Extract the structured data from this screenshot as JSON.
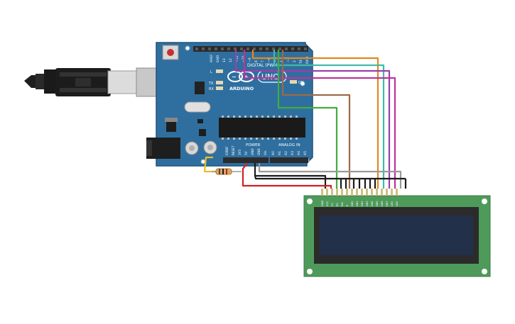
{
  "board": {
    "reset_labels": [
      "IOREF",
      "RESET"
    ],
    "top_labels": [
      "AREF",
      "GND",
      "13",
      "12",
      "~11",
      "~10",
      "~9",
      "8",
      "7",
      "~6",
      "~5",
      "4",
      "~3",
      "2",
      "TX 1",
      "RX 0"
    ],
    "digital_label": "DIGITAL (PWM ~)",
    "arduino_text": "ARDUINO",
    "uno_text": "UNO",
    "led_l": "L",
    "led_tx": "TX",
    "led_rx": "RX",
    "on_label": "ON",
    "power_label": "POWER",
    "analog_label": "ANALOG IN",
    "power_pins": [
      "IOREF",
      "RESET",
      "3V3",
      "5V",
      "GND",
      "GND",
      "Vin"
    ],
    "analog_pins": [
      "A0",
      "A1",
      "A2",
      "A3",
      "A4",
      "A5"
    ],
    "colors": {
      "pcb": "#2f6f9f",
      "pcb_edge": "#215479",
      "header": "#2b2b2b"
    }
  },
  "usb": {
    "cable": "usb-b-cable"
  },
  "resistor": {
    "name": "resistor"
  },
  "lcd": {
    "pin_labels": [
      "GND",
      "VCC",
      "V0",
      "RS",
      "RW",
      "E",
      "DB0",
      "DB1",
      "DB2",
      "DB3",
      "DB4",
      "DB5",
      "DB6",
      "DB7",
      "LED",
      "LED"
    ],
    "colors": {
      "pcb": "#4e9a5a",
      "screen": "#22304a"
    }
  },
  "wires": {
    "colors": {
      "orange": "#e08a1e",
      "teal": "#44b8a8",
      "purple": "#9a3fae",
      "magenta": "#c0329a",
      "brown": "#9b6b48",
      "green": "#3fae3f",
      "gray": "#9a9a9a",
      "black": "#1b1b1b",
      "red": "#d42020",
      "yellow": "#e8c020"
    }
  }
}
